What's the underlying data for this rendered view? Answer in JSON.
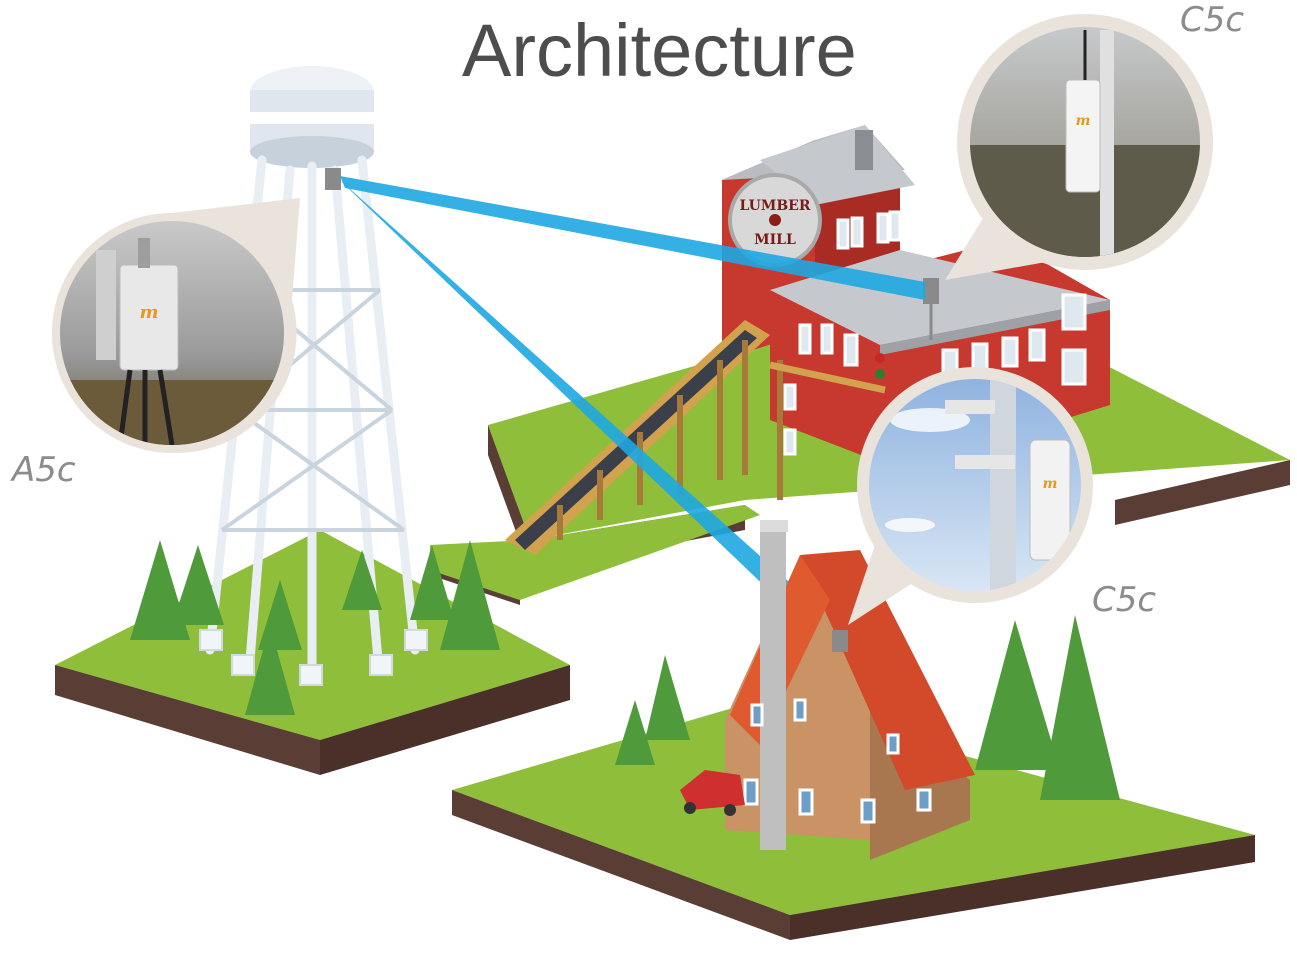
{
  "title": "Architecture",
  "labels": {
    "water_tower_radio": "A5c",
    "lumber_mill_radio": "C5c",
    "house_radio": "C5c"
  },
  "sign_text": {
    "mill_top": "LUMBER",
    "mill_bottom": "MILL",
    "radio_logo": "m"
  },
  "colors": {
    "link_beam": "#1ea7e1",
    "grass": "#8fbf3a",
    "soil": "#5a3d35",
    "mill_brick": "#c7392f",
    "roof": "#b9bcc0",
    "tree": "#4f9a3a",
    "logo": "#e39b1f"
  }
}
